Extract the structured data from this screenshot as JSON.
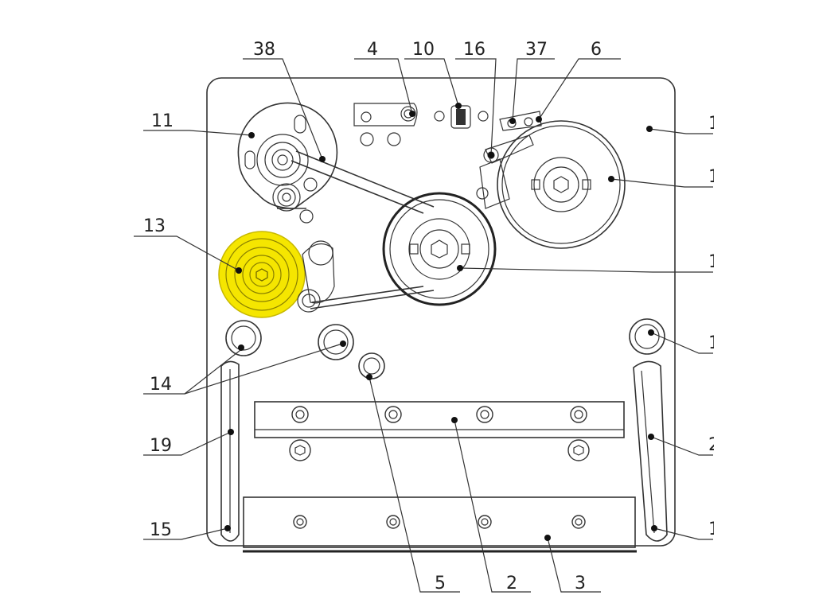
{
  "callouts": {
    "c38": "38",
    "c4": "4",
    "c10": "10",
    "c16": "16",
    "c37": "37",
    "c6": "6",
    "c11": "11",
    "c13": "13",
    "c14": "14",
    "c19": "19",
    "c15": "15",
    "c5": "5",
    "c2": "2",
    "c3": "3",
    "r1": "1",
    "r2": "1",
    "r3": "1",
    "r4": "1",
    "r5": "2",
    "r6": "1"
  },
  "colors": {
    "highlight": "#f5e600",
    "stroke": "#333333",
    "background": "#ffffff"
  }
}
